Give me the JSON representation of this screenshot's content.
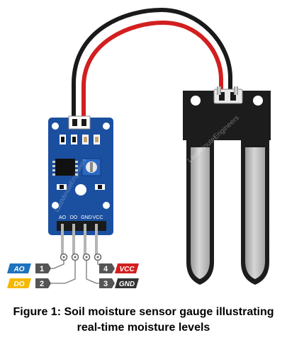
{
  "module": {
    "header_labels": [
      "AO",
      "DO",
      "GND",
      "VCC"
    ],
    "watermark": "LastMinuteEngineers"
  },
  "probe": {
    "watermark": "LastMinuteEngineers"
  },
  "pins": [
    {
      "number": "1",
      "label": "AO",
      "label_color": "#1e73be"
    },
    {
      "number": "2",
      "label": "DO",
      "label_color": "#f5b800"
    },
    {
      "number": "3",
      "label": "GND",
      "label_color": "#333333"
    },
    {
      "number": "4",
      "label": "VCC",
      "label_color": "#d32020"
    }
  ],
  "colors": {
    "pcb_blue": "#1b4fa0",
    "probe_black": "#1c1c1c",
    "probe_silver": "#b8b8b8",
    "wire_black": "#1a1a1a",
    "wire_red": "#d21f1f",
    "number_tag": "#555555"
  },
  "caption": {
    "line1": "Figure 1: Soil moisture sensor gauge illustrating",
    "line2": "real-time moisture levels"
  }
}
